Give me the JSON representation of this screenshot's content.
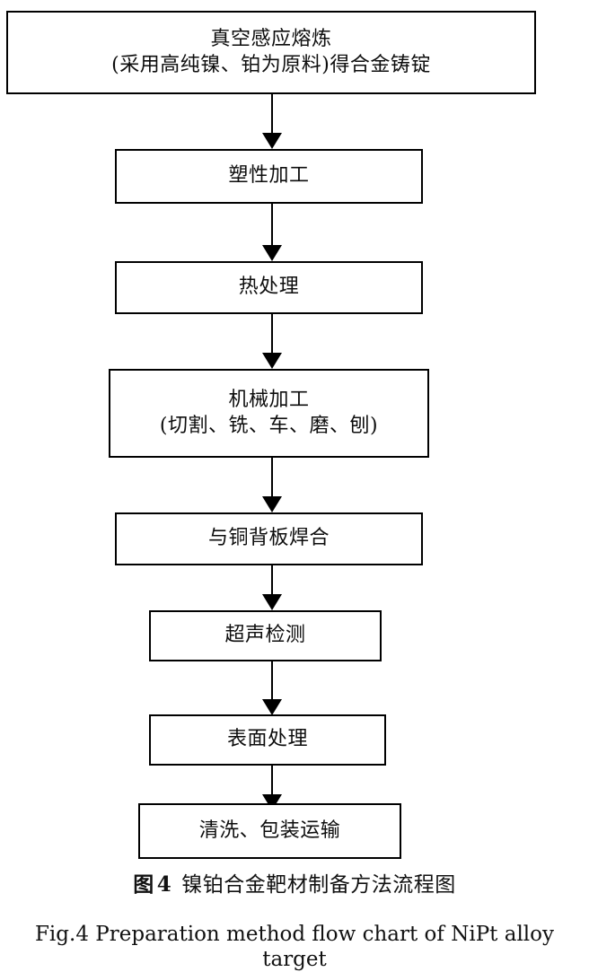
{
  "figure": {
    "type": "flowchart",
    "orientation": "top-to-bottom",
    "nodes": [
      {
        "id": "vacuum-induction-melting",
        "lines": [
          "真空感应熔炼",
          "(采用高纯镍、铂为原料)得合金铸锭"
        ]
      },
      {
        "id": "plastic-working",
        "lines": [
          "塑性加工"
        ]
      },
      {
        "id": "heat-treatment",
        "lines": [
          "热处理"
        ]
      },
      {
        "id": "machining",
        "lines": [
          "机械加工",
          "(切割、铣、车、磨、刨)"
        ]
      },
      {
        "id": "bonding-to-copper-backing-plate",
        "lines": [
          "与铜背板焊合"
        ]
      },
      {
        "id": "ultrasonic-testing",
        "lines": [
          "超声检测"
        ]
      },
      {
        "id": "surface-treatment",
        "lines": [
          "表面处理"
        ]
      },
      {
        "id": "cleaning-packaging-transport",
        "lines": [
          "清洗、包装运输"
        ]
      }
    ],
    "arrows": [
      {
        "from": "vacuum-induction-melting",
        "to": "plastic-working"
      },
      {
        "from": "plastic-working",
        "to": "heat-treatment"
      },
      {
        "from": "heat-treatment",
        "to": "machining"
      },
      {
        "from": "machining",
        "to": "bonding-to-copper-backing-plate"
      },
      {
        "from": "bonding-to-copper-backing-plate",
        "to": "ultrasonic-testing"
      },
      {
        "from": "ultrasonic-testing",
        "to": "surface-treatment"
      },
      {
        "from": "surface-treatment",
        "to": "cleaning-packaging-transport"
      }
    ],
    "colors": {
      "border": "#000000",
      "fill": "#ffffff",
      "text": "#0d0d0d"
    }
  },
  "caption": {
    "cn_label": "图",
    "cn_number": "4",
    "cn_text": "镍铂合金靶材制备方法流程图",
    "en": "Fig.4 Preparation method flow chart of NiPt alloy target"
  }
}
